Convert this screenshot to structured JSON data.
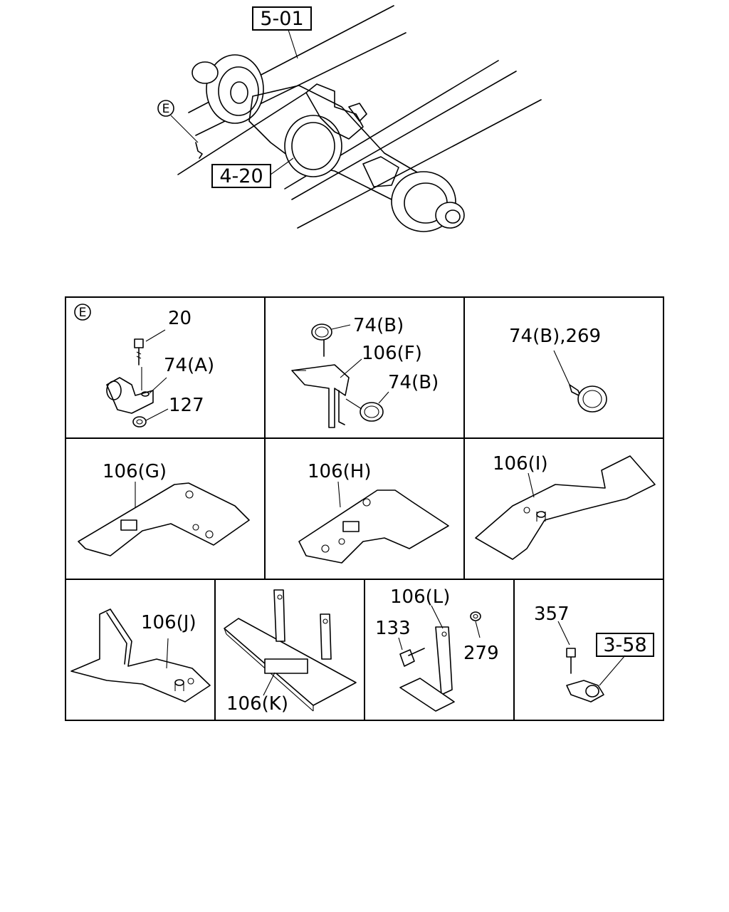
{
  "refs": {
    "r501": "5-01",
    "r420": "4-20",
    "r358": "3-58"
  },
  "detail_marker": "E",
  "cells": {
    "e_clip": {
      "marker": "E",
      "labels": [
        "20",
        "74(A)",
        "127"
      ]
    },
    "f_bracket": {
      "labels": [
        "74(B)",
        "106(F)",
        "74(B)"
      ]
    },
    "band": {
      "labels": [
        "74(B),269"
      ]
    },
    "g": {
      "labels": [
        "106(G)"
      ]
    },
    "h": {
      "labels": [
        "106(H)"
      ]
    },
    "i": {
      "labels": [
        "106(I)"
      ]
    },
    "j": {
      "labels": [
        "106(J)"
      ]
    },
    "k": {
      "labels": [
        "106(K)"
      ]
    },
    "l": {
      "labels": [
        "106(L)",
        "133",
        "279"
      ]
    },
    "m": {
      "labels": [
        "357"
      ]
    }
  }
}
